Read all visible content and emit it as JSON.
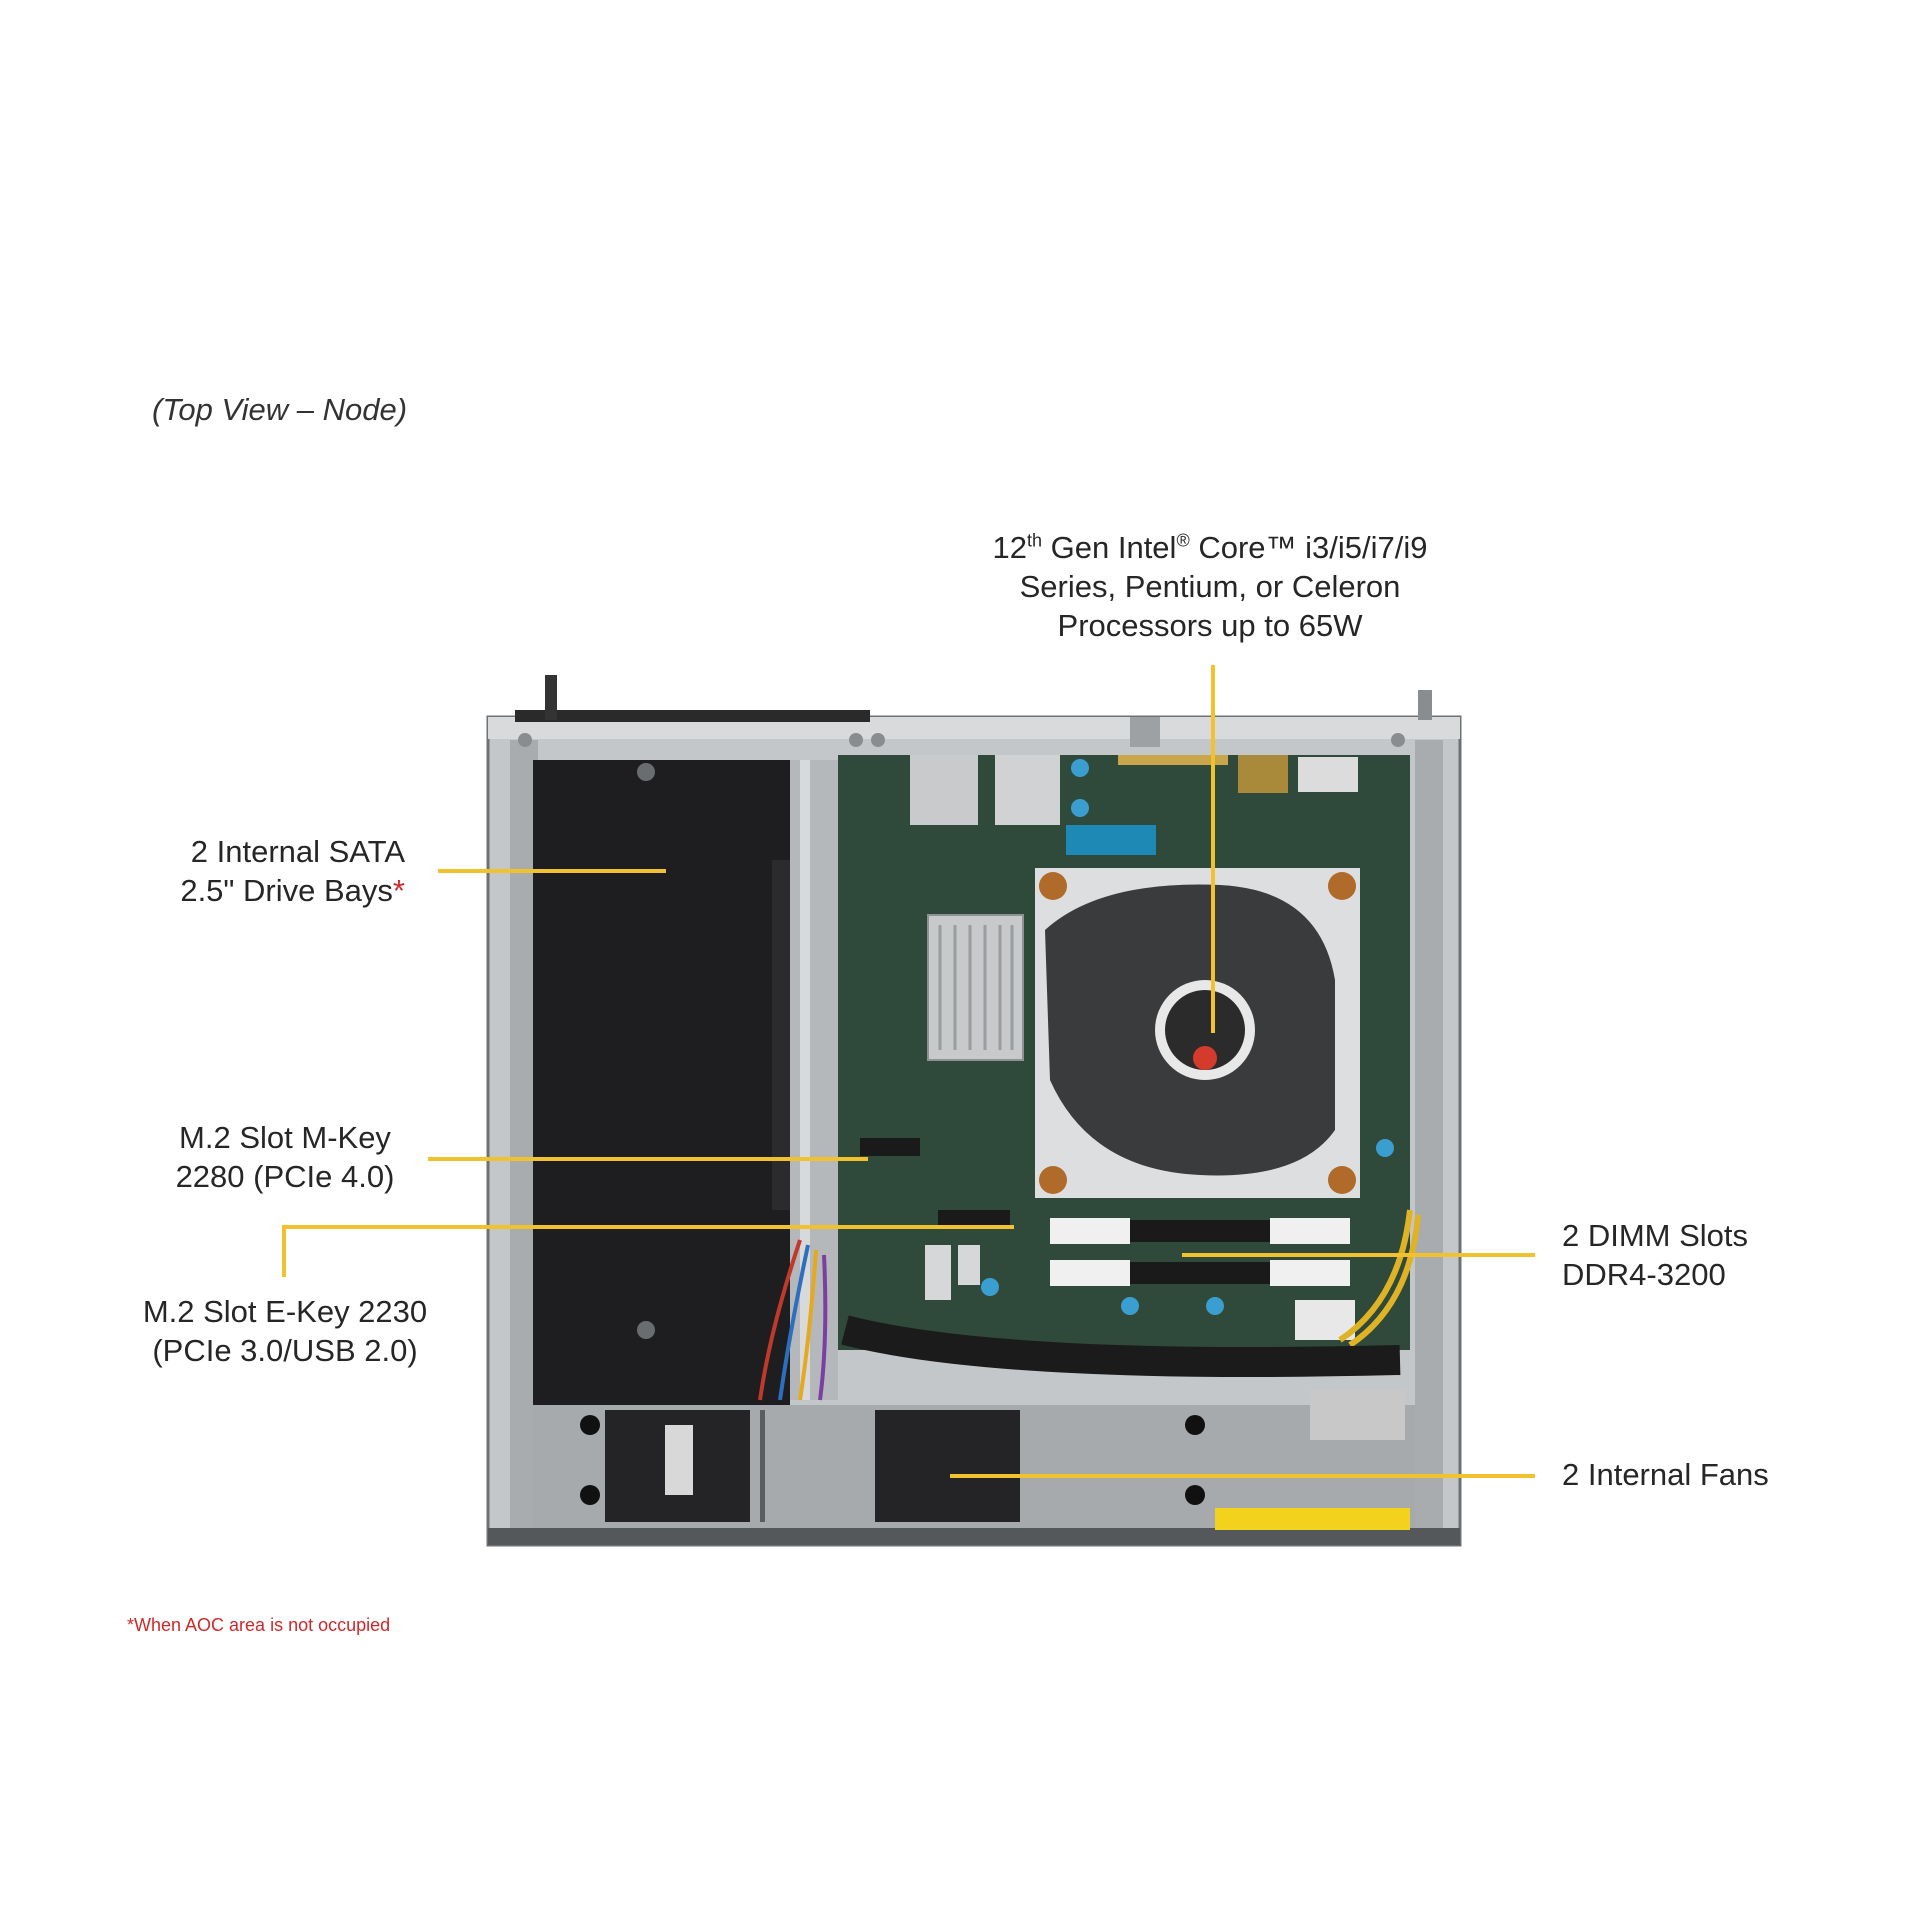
{
  "view_title": "(Top View – Node)",
  "footnote": "*When AOC area is not occupied",
  "callouts": {
    "processor": {
      "line1_pre": "12",
      "line1_sup": "th",
      "line1_mid": " Gen Intel",
      "line1_reg": "®",
      "line1_post": " Core™ i3/i5/i7/i9",
      "line2": "Series, Pentium, or Celeron",
      "line3": "Processors up to 65W"
    },
    "sata": {
      "line1": "2 Internal SATA",
      "line2": "2.5\" Drive Bays",
      "asterisk": "*"
    },
    "m2_mkey": {
      "line1": "M.2 Slot M-Key",
      "line2": "2280 (PCIe 4.0)"
    },
    "m2_ekey": {
      "line1": "M.2 Slot E-Key 2230",
      "line2": "(PCIe 3.0/USB 2.0)"
    },
    "dimm": {
      "line1": "2 DIMM Slots",
      "line2": "DDR4-3200"
    },
    "fans": {
      "line1": "2 Internal Fans"
    }
  },
  "colors": {
    "leader": "#f2c12e",
    "footnote": "#d0282a",
    "pcb": "#2f4a3a",
    "chassis": "#b9bcbf"
  }
}
